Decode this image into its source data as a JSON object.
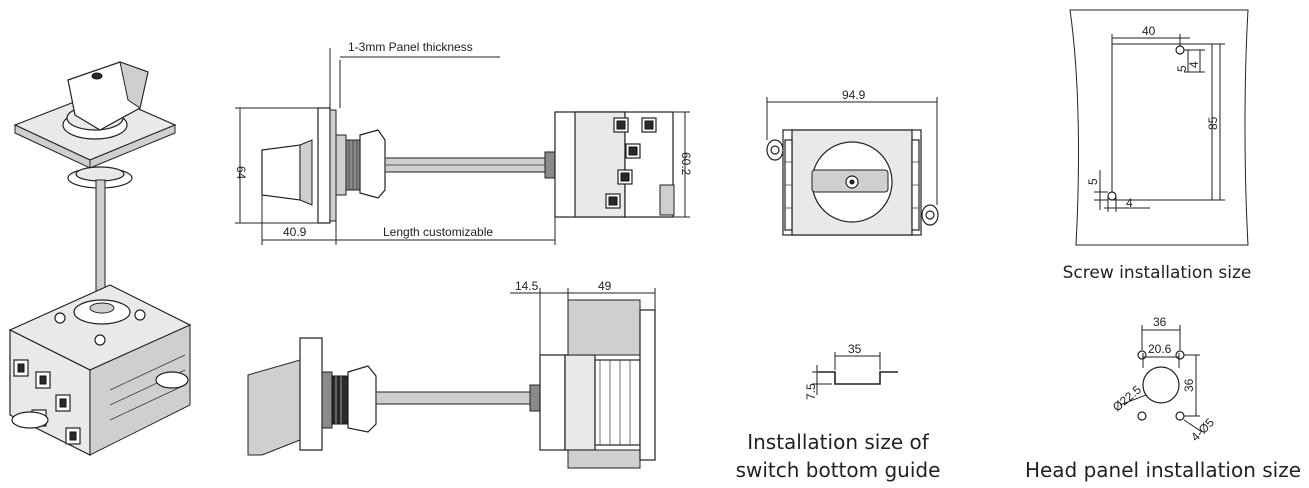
{
  "labels": {
    "panel_thickness": "1-3mm Panel thickness",
    "dim_64": "64",
    "dim_60_2": "60.2",
    "dim_40_9": "40.9",
    "length_customizable": "Length customizable",
    "dim_14_5": "14.5",
    "dim_49": "49",
    "dim_94_9": "94.9",
    "dim_35": "35",
    "dim_7_5": "7.5",
    "dim_40": "40",
    "dim_5_top": "5",
    "dim_4_top": "4",
    "dim_85": "85",
    "dim_5_bottom": "5",
    "dim_4_bottom": "4",
    "dim_36_top": "36",
    "dim_20_6": "20.6",
    "dim_36_side": "36",
    "dim_22_5": "Ø22.5",
    "dim_4_5": "4-Ø5"
  },
  "captions": {
    "screw_installation": "Screw installation size",
    "bottom_guide_line1": "Installation size of",
    "bottom_guide_line2": "switch bottom guide",
    "head_panel": "Head panel installation size"
  }
}
